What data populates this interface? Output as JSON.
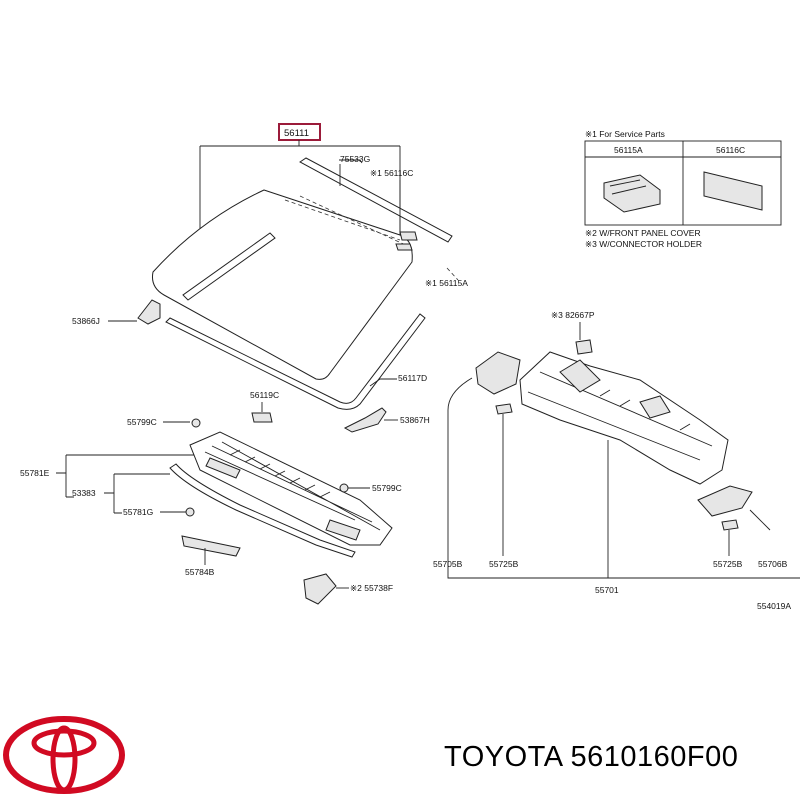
{
  "callouts": {
    "highlighted_part": "56111",
    "c75533G": "75533G",
    "c56116C_top": "※1 56116C",
    "c56115A": "※1 56115A",
    "c53866J": "53866J",
    "c56117D": "56117D",
    "c56119C": "56119C",
    "c53867H": "53867H",
    "c55799C_a": "55799C",
    "c55781E": "55781E",
    "c53383": "53383",
    "c55781G": "55781G",
    "c55799C_b": "55799C",
    "c55784B": "55784B",
    "c55738F": "※2 55738F",
    "c82667P": "※3 82667P",
    "c55705B": "55705B",
    "c55725B_a": "55725B",
    "c55701": "55701",
    "c55725B_b": "55725B",
    "c55706B": "55706B",
    "figure_code": "554019A"
  },
  "legend": {
    "title": "※1  For Service Parts",
    "col1": "56115A",
    "col2": "56116C",
    "note2": "※2  W/FRONT PANEL COVER",
    "note3": "※3  W/CONNECTOR HOLDER"
  },
  "footer": {
    "text": "TOYOTA 5610160F00"
  },
  "colors": {
    "highlight_box": "#9b1b3a",
    "logo_red": "#d10a22",
    "line": "#222222"
  }
}
